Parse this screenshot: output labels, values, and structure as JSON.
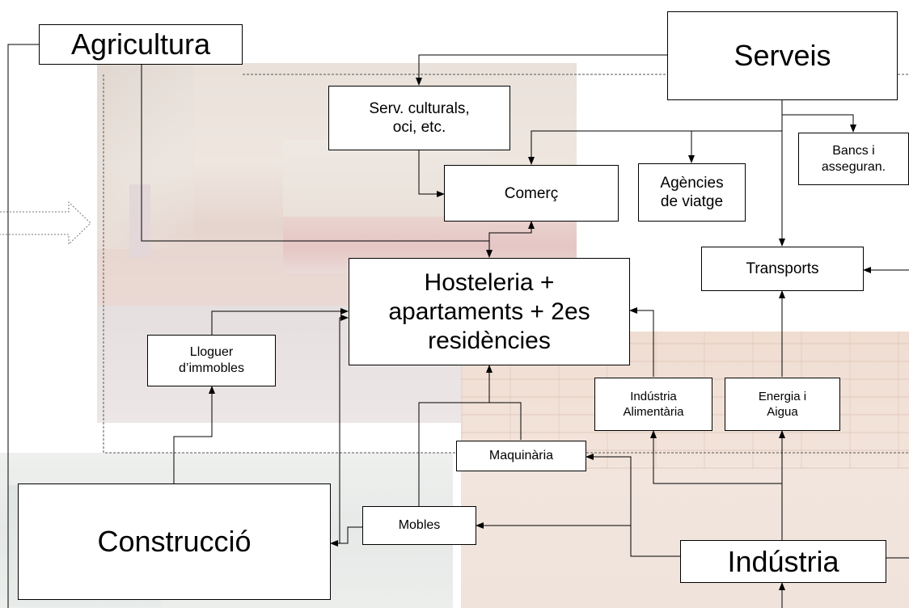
{
  "diagram": {
    "nodes": {
      "agricultura": "Agricultura",
      "serveis": "Serveis",
      "serv_culturals": "Serv. culturals,\noci, etc.",
      "comerc": "Comerç",
      "agencies": "Agències\nde viatge",
      "bancs": "Bancs i\nasseguran.",
      "transports": "Transports",
      "hosteleria": "Hosteleria +\napartaments + 2es\nresidències",
      "lloguer": "Lloguer\nd’immobles",
      "industria_alimentaria": "Indústria\nAlimentària",
      "energia": "Energia i\nAigua",
      "maquinaria": "Maquinària",
      "mobles": "Mobles",
      "construccio": "Construcció",
      "industria": "Indústria"
    },
    "colors": {
      "line": "#000000",
      "dashed": "#555555",
      "box_fill": "#ffffff"
    },
    "backgrounds": [
      "street-photo",
      "bicycles-photo",
      "bins-photo"
    ]
  }
}
